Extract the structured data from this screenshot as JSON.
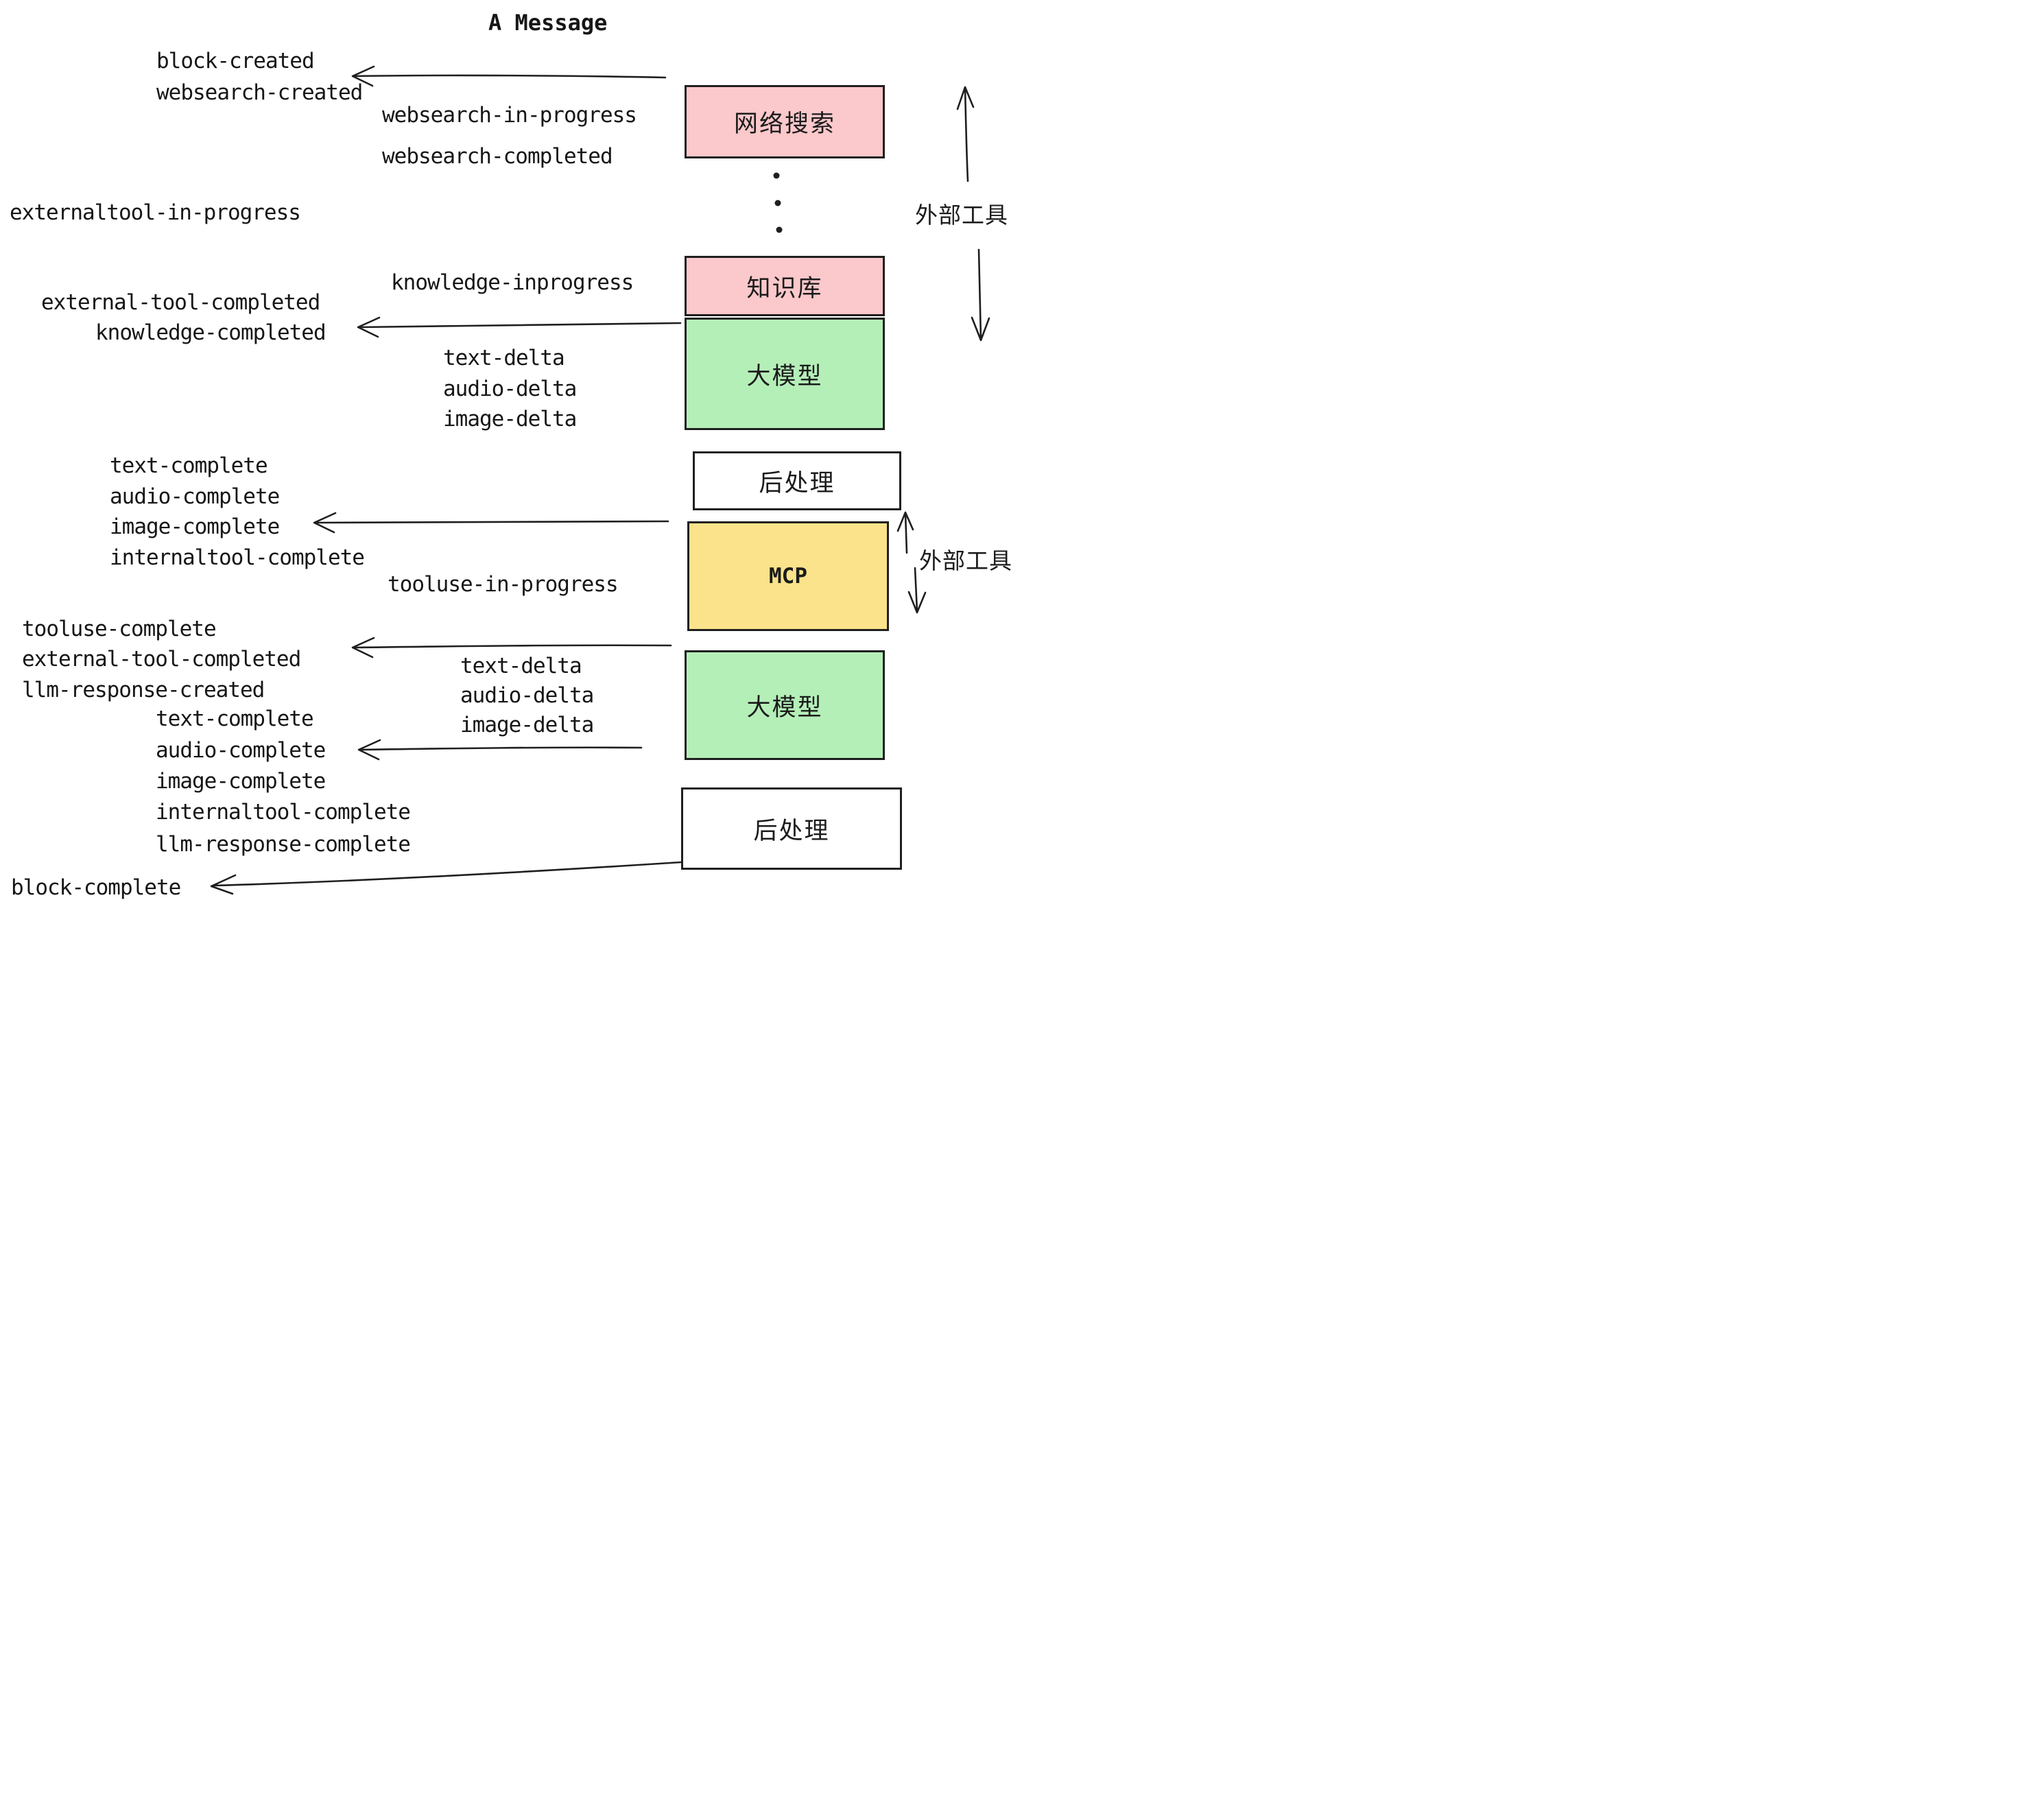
{
  "title": "A Message",
  "palette": {
    "pink": "#FBC8CB",
    "green": "#B5EFB8",
    "yellow": "#FAE38A",
    "white": "#FFFFFF",
    "stroke": "#1F1F1F",
    "text": "#161616"
  },
  "boxes": [
    {
      "id": "websearch",
      "label": "网络搜索",
      "fill": "#FBC8CB"
    },
    {
      "id": "knowledge",
      "label": "知识库",
      "fill": "#FBC8CB"
    },
    {
      "id": "llm-1",
      "label": "大模型",
      "fill": "#B5EFB8"
    },
    {
      "id": "postprocess-1",
      "label": "后处理",
      "fill": "#FFFFFF"
    },
    {
      "id": "mcp",
      "label": "MCP",
      "fill": "#FAE38A"
    },
    {
      "id": "llm-2",
      "label": "大模型",
      "fill": "#B5EFB8"
    },
    {
      "id": "postprocess-2",
      "label": "后处理",
      "fill": "#FFFFFF"
    }
  ],
  "side_annotations": [
    {
      "id": "external-tools-top",
      "label": "外部工具"
    },
    {
      "id": "external-tools-bottom",
      "label": "外部工具"
    }
  ],
  "ellipsis": {
    "count": 3
  },
  "events": [
    {
      "id": "block-created",
      "text": "block-created"
    },
    {
      "id": "websearch-created",
      "text": "websearch-created"
    },
    {
      "id": "websearch-in-progress",
      "text": "websearch-in-progress"
    },
    {
      "id": "websearch-completed",
      "text": "websearch-completed"
    },
    {
      "id": "externaltool-in-progress",
      "text": "externaltool-in-progress"
    },
    {
      "id": "knowledge-inprogress",
      "text": "knowledge-inprogress"
    },
    {
      "id": "external-tool-completed",
      "text": "external-tool-completed"
    },
    {
      "id": "knowledge-completed",
      "text": "knowledge-completed"
    },
    {
      "id": "text-delta",
      "text": "text-delta"
    },
    {
      "id": "audio-delta",
      "text": "audio-delta"
    },
    {
      "id": "image-delta",
      "text": "image-delta"
    },
    {
      "id": "text-complete",
      "text": "text-complete"
    },
    {
      "id": "audio-complete",
      "text": "audio-complete"
    },
    {
      "id": "image-complete",
      "text": "image-complete"
    },
    {
      "id": "internaltool-complete",
      "text": "internaltool-complete"
    },
    {
      "id": "tooluse-in-progress",
      "text": "tooluse-in-progress"
    },
    {
      "id": "tooluse-complete",
      "text": "tooluse-complete"
    },
    {
      "id": "external-tool-completed-2",
      "text": "external-tool-completed"
    },
    {
      "id": "llm-response-created",
      "text": "llm-response-created"
    },
    {
      "id": "text-delta-2",
      "text": "text-delta"
    },
    {
      "id": "audio-delta-2",
      "text": "audio-delta"
    },
    {
      "id": "image-delta-2",
      "text": "image-delta"
    },
    {
      "id": "text-complete-2",
      "text": "text-complete"
    },
    {
      "id": "audio-complete-2",
      "text": "audio-complete"
    },
    {
      "id": "image-complete-2",
      "text": "image-complete"
    },
    {
      "id": "internaltool-complete-2",
      "text": "internaltool-complete"
    },
    {
      "id": "llm-response-complete",
      "text": "llm-response-complete"
    },
    {
      "id": "block-complete",
      "text": "block-complete"
    }
  ]
}
